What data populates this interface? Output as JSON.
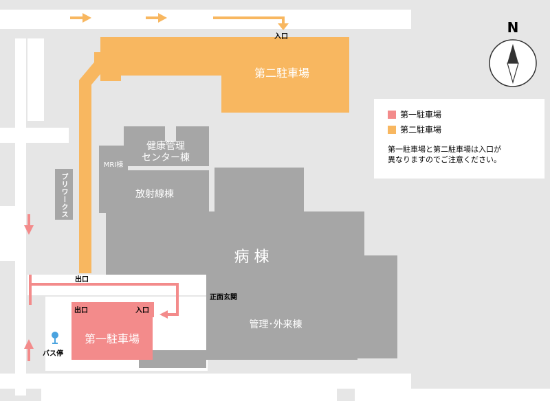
{
  "colors": {
    "background": "#e6e6e6",
    "road": "#ffffff",
    "building": "#a6a6a6",
    "parking1": "#f38b8b",
    "parking2": "#f8b760",
    "bus_stop": "#4aa3df"
  },
  "compass": {
    "label": "N"
  },
  "legend": {
    "items": [
      {
        "label": "第一駐車場",
        "color": "#f38b8b"
      },
      {
        "label": "第二駐車場",
        "color": "#f8b760"
      }
    ],
    "note_line1": "第一駐車場と第二駐車場は入口が",
    "note_line2": "異なりますのでご注意ください。"
  },
  "buildings": {
    "health_center": "健康管理\nセンター棟",
    "mri": "MRI棟",
    "radiology": "放射線棟",
    "plyworks": "プリワークス",
    "ward": "病 棟",
    "admin_outpatient": "管理･外来棟"
  },
  "parking": {
    "lot2": "第二駐車場",
    "lot1": "第一駐車場"
  },
  "labels": {
    "lot2_entrance": "入口",
    "lot2_exit": "出口",
    "lot1_exit": "出口",
    "lot1_entrance": "入口",
    "main_entrance": "正面玄関",
    "bus_stop": "バス停"
  }
}
